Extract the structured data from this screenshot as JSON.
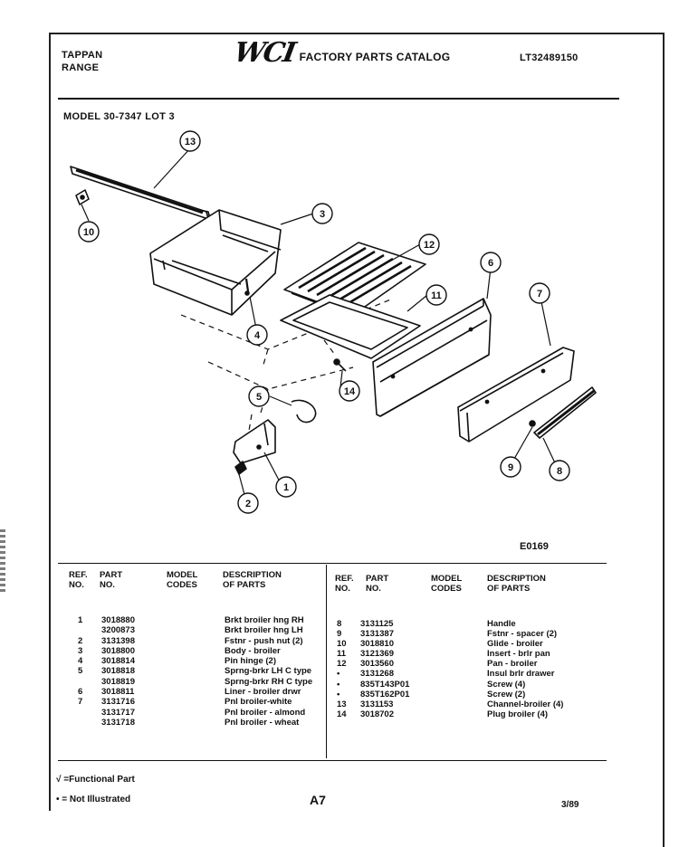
{
  "header": {
    "brand_line1": "TAPPAN",
    "brand_line2": "RANGE",
    "logo": "WCI",
    "catalog_title": "FACTORY PARTS CATALOG",
    "document_number": "LT32489150",
    "model_line": "MODEL 30-7347 LOT 3"
  },
  "diagram": {
    "callouts": [
      "13",
      "10",
      "3",
      "12",
      "6",
      "7",
      "11",
      "4",
      "14",
      "5",
      "1",
      "2",
      "9",
      "8"
    ],
    "figure_code": "E0169"
  },
  "table": {
    "headers": {
      "ref": "REF.\nNO.",
      "part": "PART\nNO.",
      "model": "MODEL\nCODES",
      "desc": "DESCRIPTION\nOF PARTS"
    },
    "left_rows": [
      {
        "ref": "1",
        "part": "3018880",
        "desc": "Brkt broiler hng RH"
      },
      {
        "ref": "",
        "part": "3200873",
        "desc": "Brkt broiler hng LH"
      },
      {
        "ref": "2",
        "part": "3131398",
        "desc": "Fstnr - push nut (2)"
      },
      {
        "ref": "3",
        "part": "3018800",
        "desc": "Body - broiler"
      },
      {
        "ref": "4",
        "part": "3018814",
        "desc": "Pin hinge (2)"
      },
      {
        "ref": "5",
        "part": "3018818",
        "desc": "Sprng-brkr LH C type"
      },
      {
        "ref": "",
        "part": "3018819",
        "desc": "Sprng-brkr RH C type"
      },
      {
        "ref": "6",
        "part": "3018811",
        "desc": "Liner - broiler drwr"
      },
      {
        "ref": "7",
        "part": "3131716",
        "desc": "Pnl broiler-white"
      },
      {
        "ref": "",
        "part": "3131717",
        "desc": "Pnl broiler - almond"
      },
      {
        "ref": "",
        "part": "3131718",
        "desc": "Pnl broiler - wheat"
      }
    ],
    "right_rows": [
      {
        "ref": "8",
        "part": "3131125",
        "desc": "Handle"
      },
      {
        "ref": "9",
        "part": "3131387",
        "desc": "Fstnr - spacer (2)"
      },
      {
        "ref": "10",
        "part": "3018810",
        "desc": "Glide - broiler"
      },
      {
        "ref": "11",
        "part": "3121369",
        "desc": "Insert - brlr pan"
      },
      {
        "ref": "12",
        "part": "3013560",
        "desc": "Pan - broiler"
      },
      {
        "ref": "•",
        "part": "3131268",
        "desc": "Insul brlr drawer"
      },
      {
        "ref": "•",
        "part": "835T143P01",
        "desc": "Screw (4)"
      },
      {
        "ref": "•",
        "part": "835T162P01",
        "desc": "Screw (2)"
      },
      {
        "ref": "13",
        "part": "3131153",
        "desc": "Channel-broiler (4)"
      },
      {
        "ref": "14",
        "part": "3018702",
        "desc": "Plug broiler (4)"
      }
    ]
  },
  "footer": {
    "legend_functional": "√ =Functional Part",
    "legend_not_illustrated": "• = Not Illustrated",
    "page_id": "A7",
    "date_code": "3/89"
  }
}
